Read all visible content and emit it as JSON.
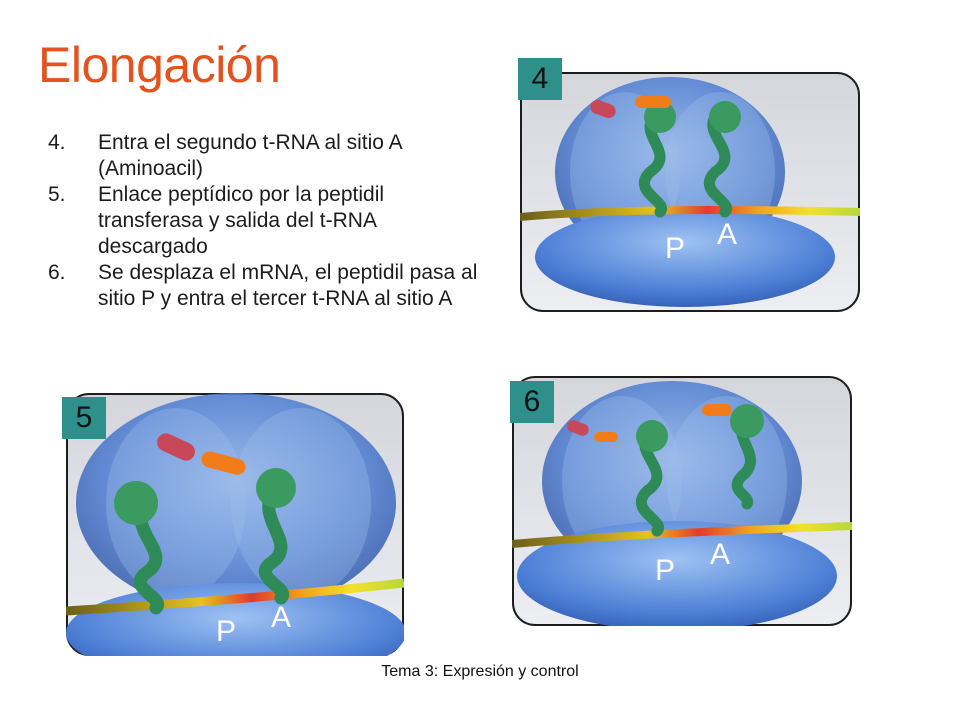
{
  "title": "Elongación",
  "steps": [
    {
      "num": "4.",
      "text": "Entra el segundo t-RNA al sitio A (Aminoacil)"
    },
    {
      "num": "5.",
      "text": "Enlace peptídico por la peptidil transferasa y salida del t-RNA descargado"
    },
    {
      "num": "6.",
      "text": "Se desplaza el mRNA, el peptidil pasa al sitio P  y entra el tercer t-RNA al sitio A"
    }
  ],
  "panels": {
    "p4": {
      "badge": "4",
      "site_p": "P",
      "site_a": "A"
    },
    "p5": {
      "badge": "5",
      "site_p": "P",
      "site_a": "A"
    },
    "p6": {
      "badge": "6",
      "site_p": "P",
      "site_a": "A"
    }
  },
  "footer": "Tema 3: Expresión y control"
}
